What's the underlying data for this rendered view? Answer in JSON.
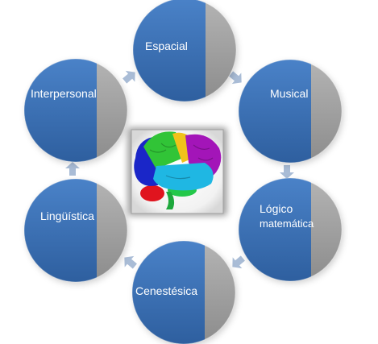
{
  "diagram": {
    "nodes": [
      {
        "id": "espacial",
        "label": "Espacial"
      },
      {
        "id": "musical",
        "label": "Musical"
      },
      {
        "id": "logico",
        "label": "Lógico matemática"
      },
      {
        "id": "cenestesica",
        "label": "Cenestésica"
      },
      {
        "id": "linguistica",
        "label": "Lingüística"
      },
      {
        "id": "interpersonal",
        "label": "Interpersonal"
      }
    ],
    "colors": {
      "circle_left": "#3d72b8",
      "circle_right": "#9e9e9e",
      "arrow": "#a9bcd6",
      "frame": "#9a9a9a",
      "label": "#ffffff"
    },
    "center_image": "brain-icon"
  }
}
